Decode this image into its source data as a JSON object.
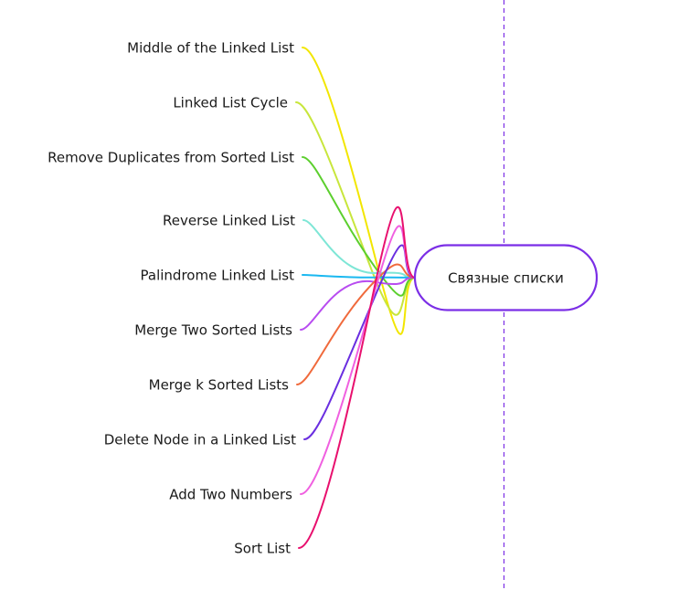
{
  "center": {
    "label": "Связные списки",
    "border_color": "#7b2ee6"
  },
  "guide_line_color": "#7b2ee6",
  "branches": [
    {
      "label": "Middle of the Linked List",
      "color": "#f2e600"
    },
    {
      "label": "Linked List Cycle",
      "color": "#c8e63c"
    },
    {
      "label": "Remove Duplicates from Sorted List",
      "color": "#5ccf2e"
    },
    {
      "label": "Reverse Linked List",
      "color": "#7ee6d6"
    },
    {
      "label": "Palindrome Linked List",
      "color": "#1ab8f0"
    },
    {
      "label": "Merge Two Sorted Lists",
      "color": "#b84cf0"
    },
    {
      "label": "Merge k Sorted Lists",
      "color": "#f06a3c"
    },
    {
      "label": "Delete Node in a Linked List",
      "color": "#6a2ee0"
    },
    {
      "label": "Add Two Numbers",
      "color": "#f060e0"
    },
    {
      "label": "Sort List",
      "color": "#e8106e"
    }
  ]
}
